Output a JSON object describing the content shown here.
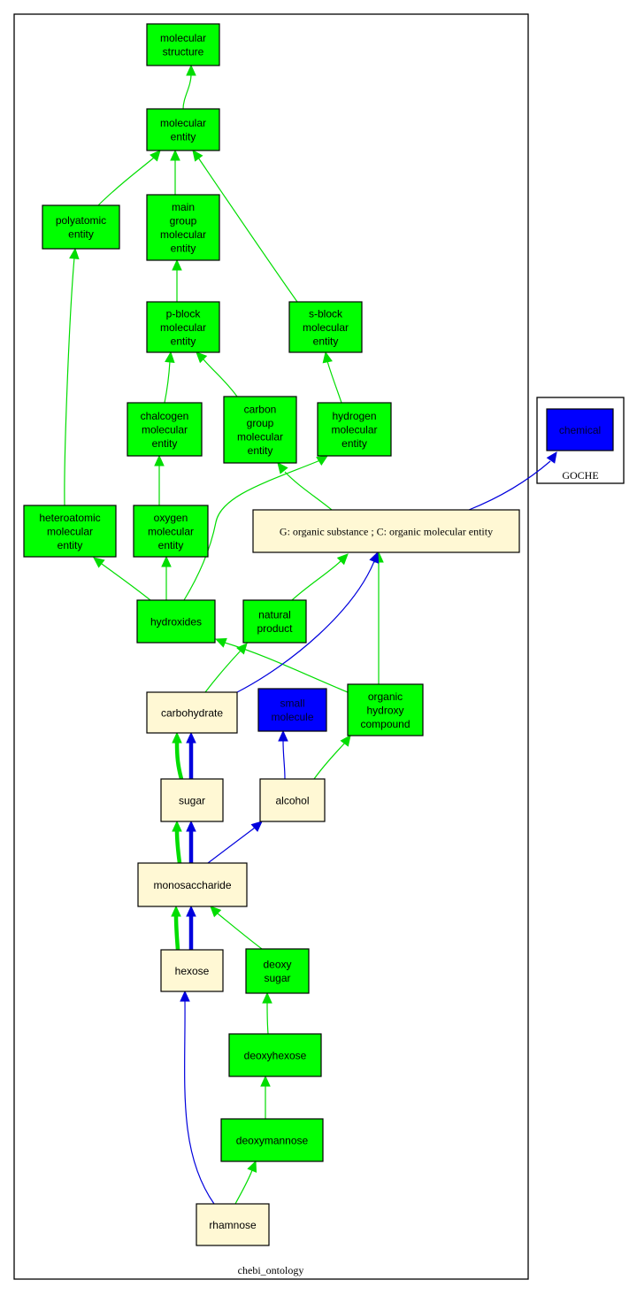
{
  "clusters": {
    "main": {
      "label": "chebi_ontology"
    },
    "goche": {
      "label": "GOCHE"
    }
  },
  "colors": {
    "green": "#00ff00",
    "blue": "#0000ff",
    "cream": "#fff8d4",
    "edge_green": "#00dd00",
    "edge_blue": "#0000dd"
  },
  "nodes": {
    "molecular_structure": {
      "lines": [
        "molecular",
        "structure"
      ],
      "fill": "green"
    },
    "molecular_entity": {
      "lines": [
        "molecular",
        "entity"
      ],
      "fill": "green"
    },
    "polyatomic_entity": {
      "lines": [
        "polyatomic",
        "entity"
      ],
      "fill": "green"
    },
    "main_group": {
      "lines": [
        "main",
        "group",
        "molecular",
        "entity"
      ],
      "fill": "green"
    },
    "p_block": {
      "lines": [
        "p-block",
        "molecular",
        "entity"
      ],
      "fill": "green"
    },
    "s_block": {
      "lines": [
        "s-block",
        "molecular",
        "entity"
      ],
      "fill": "green"
    },
    "chalcogen": {
      "lines": [
        "chalcogen",
        "molecular",
        "entity"
      ],
      "fill": "green"
    },
    "carbon_group": {
      "lines": [
        "carbon",
        "group",
        "molecular",
        "entity"
      ],
      "fill": "green"
    },
    "hydrogen": {
      "lines": [
        "hydrogen",
        "molecular",
        "entity"
      ],
      "fill": "green"
    },
    "heteroatomic": {
      "lines": [
        "heteroatomic",
        "molecular",
        "entity"
      ],
      "fill": "green"
    },
    "oxygen": {
      "lines": [
        "oxygen",
        "molecular",
        "entity"
      ],
      "fill": "green"
    },
    "organic": {
      "lines": [
        "G: organic substance ; C: organic molecular entity"
      ],
      "fill": "cream",
      "serif": true
    },
    "chemical": {
      "lines": [
        "chemical"
      ],
      "fill": "blue"
    },
    "hydroxides": {
      "lines": [
        "hydroxides"
      ],
      "fill": "green"
    },
    "natural_product": {
      "lines": [
        "natural",
        "product"
      ],
      "fill": "green"
    },
    "carbohydrate": {
      "lines": [
        "carbohydrate"
      ],
      "fill": "cream"
    },
    "small_molecule": {
      "lines": [
        "small",
        "molecule"
      ],
      "fill": "blue"
    },
    "organic_hydroxy": {
      "lines": [
        "organic",
        "hydroxy",
        "compound"
      ],
      "fill": "green"
    },
    "sugar": {
      "lines": [
        "sugar"
      ],
      "fill": "cream"
    },
    "alcohol": {
      "lines": [
        "alcohol"
      ],
      "fill": "cream"
    },
    "monosaccharide": {
      "lines": [
        "monosaccharide"
      ],
      "fill": "cream"
    },
    "hexose": {
      "lines": [
        "hexose"
      ],
      "fill": "cream"
    },
    "deoxy_sugar": {
      "lines": [
        "deoxy",
        "sugar"
      ],
      "fill": "green"
    },
    "deoxyhexose": {
      "lines": [
        "deoxyhexose"
      ],
      "fill": "green"
    },
    "deoxymannose": {
      "lines": [
        "deoxymannose"
      ],
      "fill": "green"
    },
    "rhamnose": {
      "lines": [
        "rhamnose"
      ],
      "fill": "cream"
    }
  },
  "edges": [
    {
      "from": "molecular_entity",
      "to": "molecular_structure",
      "color": "green",
      "width": 1
    },
    {
      "from": "polyatomic_entity",
      "to": "molecular_entity",
      "color": "green",
      "width": 1
    },
    {
      "from": "main_group",
      "to": "molecular_entity",
      "color": "green",
      "width": 1
    },
    {
      "from": "s_block",
      "to": "molecular_entity",
      "color": "green",
      "width": 1
    },
    {
      "from": "p_block",
      "to": "main_group",
      "color": "green",
      "width": 1
    },
    {
      "from": "chalcogen",
      "to": "p_block",
      "color": "green",
      "width": 1
    },
    {
      "from": "carbon_group",
      "to": "p_block",
      "color": "green",
      "width": 1
    },
    {
      "from": "hydrogen",
      "to": "s_block",
      "color": "green",
      "width": 1
    },
    {
      "from": "oxygen",
      "to": "chalcogen",
      "color": "green",
      "width": 1
    },
    {
      "from": "heteroatomic",
      "to": "polyatomic_entity",
      "color": "green",
      "width": 1
    },
    {
      "from": "organic",
      "to": "carbon_group",
      "color": "green",
      "width": 1
    },
    {
      "from": "organic",
      "to": "chemical",
      "color": "blue",
      "width": 1
    },
    {
      "from": "hydroxides",
      "to": "heteroatomic",
      "color": "green",
      "width": 1
    },
    {
      "from": "hydroxides",
      "to": "oxygen",
      "color": "green",
      "width": 1
    },
    {
      "from": "hydroxides",
      "to": "hydrogen",
      "color": "green",
      "width": 1
    },
    {
      "from": "natural_product",
      "to": "organic",
      "color": "green",
      "width": 1
    },
    {
      "from": "organic_hydroxy",
      "to": "hydroxides",
      "color": "green",
      "width": 1
    },
    {
      "from": "organic_hydroxy",
      "to": "organic",
      "color": "green",
      "width": 1
    },
    {
      "from": "carbohydrate",
      "to": "natural_product",
      "color": "green",
      "width": 1
    },
    {
      "from": "carbohydrate",
      "to": "organic",
      "color": "blue",
      "width": 1
    },
    {
      "from": "sugar",
      "to": "carbohydrate",
      "color": "green",
      "width": 4
    },
    {
      "from": "sugar",
      "to": "carbohydrate",
      "color": "blue",
      "width": 4
    },
    {
      "from": "alcohol",
      "to": "small_molecule",
      "color": "blue",
      "width": 1
    },
    {
      "from": "alcohol",
      "to": "organic_hydroxy",
      "color": "green",
      "width": 1
    },
    {
      "from": "monosaccharide",
      "to": "sugar",
      "color": "green",
      "width": 4
    },
    {
      "from": "monosaccharide",
      "to": "sugar",
      "color": "blue",
      "width": 4
    },
    {
      "from": "monosaccharide",
      "to": "alcohol",
      "color": "blue",
      "width": 1
    },
    {
      "from": "hexose",
      "to": "monosaccharide",
      "color": "green",
      "width": 4
    },
    {
      "from": "hexose",
      "to": "monosaccharide",
      "color": "blue",
      "width": 4
    },
    {
      "from": "deoxy_sugar",
      "to": "monosaccharide",
      "color": "green",
      "width": 1
    },
    {
      "from": "deoxyhexose",
      "to": "deoxy_sugar",
      "color": "green",
      "width": 1
    },
    {
      "from": "deoxymannose",
      "to": "deoxyhexose",
      "color": "green",
      "width": 1
    },
    {
      "from": "rhamnose",
      "to": "deoxymannose",
      "color": "green",
      "width": 1
    },
    {
      "from": "rhamnose",
      "to": "hexose",
      "color": "blue",
      "width": 1
    }
  ]
}
